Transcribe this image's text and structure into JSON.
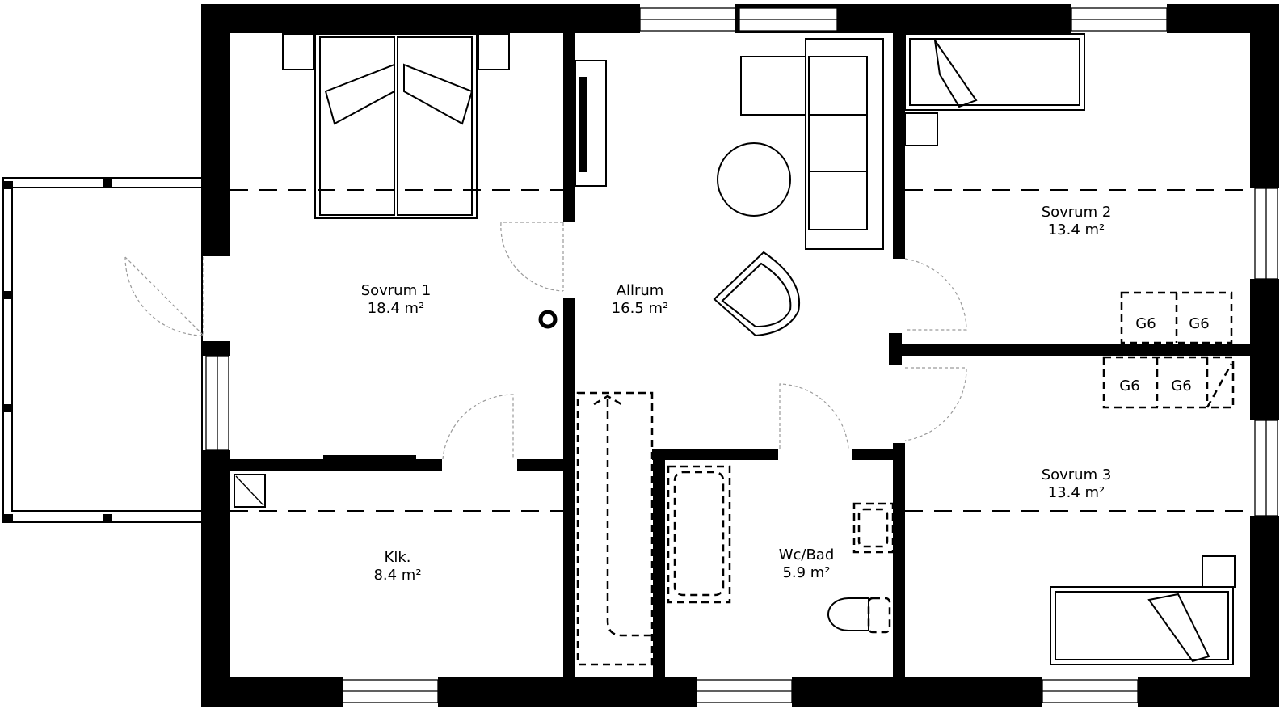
{
  "rooms": [
    {
      "id": "sovrum-1",
      "name": "Sovrum 1",
      "area": "18.4 m²"
    },
    {
      "id": "allrum",
      "name": "Allrum",
      "area": "16.5 m²"
    },
    {
      "id": "sovrum-2",
      "name": "Sovrum 2",
      "area": "13.4 m²"
    },
    {
      "id": "sovrum-3",
      "name": "Sovrum 3",
      "area": "13.4 m²"
    },
    {
      "id": "klk",
      "name": "Klk.",
      "area": "8.4 m²"
    },
    {
      "id": "wc-bad",
      "name": "Wc/Bad",
      "area": "5.9 m²"
    }
  ],
  "storage_labels": [
    "G6",
    "G6",
    "G6",
    "G6"
  ]
}
